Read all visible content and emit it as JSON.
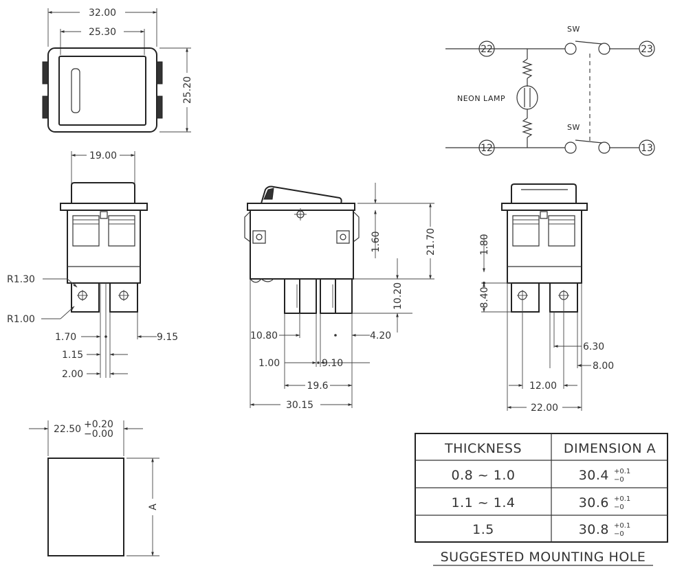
{
  "top_view": {
    "width_outer": "32.00",
    "width_inner": "25.30",
    "height": "25.20"
  },
  "front_view": {
    "width": "19.00",
    "radius_1": "R1.30",
    "radius_2": "R1.00",
    "d_1_70": "1.70",
    "d_9_15": "9.15",
    "d_1_15": "1.15",
    "d_2_00": "2.00"
  },
  "side_view": {
    "h_1_60": "1.60",
    "h_21_70": "21.70",
    "h_10_20": "10.20",
    "d_10_80": "10.80",
    "d_4_20": "4.20",
    "d_1_00": "1.00",
    "d_9_10": "9.10",
    "d_19_6": "19.6",
    "d_30_15": "30.15"
  },
  "back_view": {
    "h_1_80": "1.80",
    "h_8_40": "8.40",
    "d_6_30": "6.30",
    "d_8_00": "8.00",
    "d_12_00": "12.00",
    "d_22_00": "22.00"
  },
  "circuit": {
    "sw_top": "SW",
    "sw_bottom": "SW",
    "lamp_label": "NEON LAMP",
    "nodes": [
      "22",
      "23",
      "12",
      "13"
    ]
  },
  "mounting_hole": {
    "width_value": "22.50",
    "tol_plus": "+0.20",
    "tol_minus": "−0.00",
    "height_label": "A"
  },
  "table": {
    "headers": [
      "THICKNESS",
      "DIMENSION A"
    ],
    "rows": [
      {
        "thickness": "0.8  ~  1.0",
        "dimension": "30.4",
        "tol_plus": "+0.1",
        "tol_minus": "−0"
      },
      {
        "thickness": "1.1  ~  1.4",
        "dimension": "30.6",
        "tol_plus": "+0.1",
        "tol_minus": "−0"
      },
      {
        "thickness": "1.5",
        "dimension": "30.8",
        "tol_plus": "+0.1",
        "tol_minus": "−0"
      }
    ],
    "caption": "SUGGESTED MOUNTING HOLE"
  }
}
